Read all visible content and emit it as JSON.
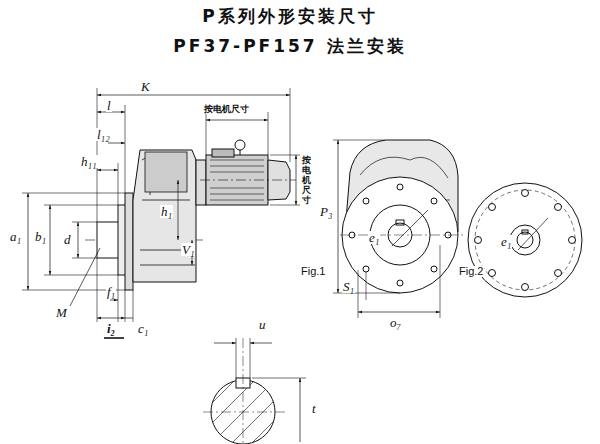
{
  "diagram": {
    "title": "P系列外形安装尺寸",
    "labels": [
      "PF37-PF157 法兰安装",
      "K",
      "l",
      "按电机尺寸",
      "l₁₂",
      "h₁₁",
      "按电机尺寸",
      "a₁",
      "b₁",
      "d",
      "h₁",
      "V₁",
      "M",
      "f₁",
      "i₂",
      "c₁",
      "P₃",
      "e₁",
      "Fig.1",
      "S₁",
      "o₇",
      "e₁",
      "Fig.2",
      "u",
      "t"
    ]
  }
}
